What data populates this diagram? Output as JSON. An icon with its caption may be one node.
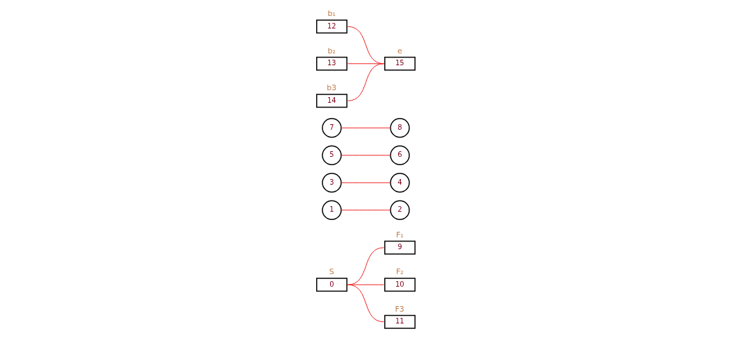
{
  "diagram": {
    "nodes": [
      {
        "text": [
          "0"
        ],
        "beside": [
          "S"
        ]
      },
      {
        "text": [
          "9"
        ],
        "beside": [
          "F₁"
        ]
      },
      {
        "text": [
          "10"
        ],
        "beside": [
          "F₂"
        ]
      },
      {
        "text": [
          "11"
        ],
        "beside": [
          "F3"
        ]
      },
      {
        "text": [
          "1"
        ]
      },
      {
        "text": [
          "2"
        ]
      },
      {
        "text": [
          "3"
        ]
      },
      {
        "text": [
          "4"
        ]
      },
      {
        "text": [
          "5"
        ]
      },
      {
        "text": [
          "6"
        ]
      },
      {
        "text": [
          "7"
        ]
      },
      {
        "text": [
          "8"
        ]
      },
      {
        "text": [
          "12"
        ],
        "beside": [
          "b₁"
        ]
      },
      {
        "text": [
          "13"
        ],
        "beside": [
          "b₂"
        ]
      },
      {
        "text": [
          "14"
        ],
        "beside": [
          "b3"
        ]
      },
      {
        "text": [
          "15"
        ],
        "beside": [
          "e"
        ]
      }
    ],
    "edges": [
      {
        "from": 0,
        "to": 1,
        "arrow": "none"
      },
      {
        "from": 0,
        "to": 2,
        "arrow": "none"
      },
      {
        "from": 0,
        "to": 3,
        "arrow": "none"
      },
      {
        "from": 4,
        "to": 5,
        "arrow": "none"
      },
      {
        "from": 6,
        "to": 7,
        "arrow": "none"
      },
      {
        "from": 8,
        "to": 9,
        "arrow": "none"
      },
      {
        "from": 10,
        "to": 11,
        "arrow": "none"
      },
      {
        "from": 12,
        "to": 15,
        "arrow": "none"
      },
      {
        "from": 13,
        "to": 15,
        "arrow": "none"
      },
      {
        "from": 14,
        "to": 15,
        "arrow": "none"
      }
    ]
  }
}
